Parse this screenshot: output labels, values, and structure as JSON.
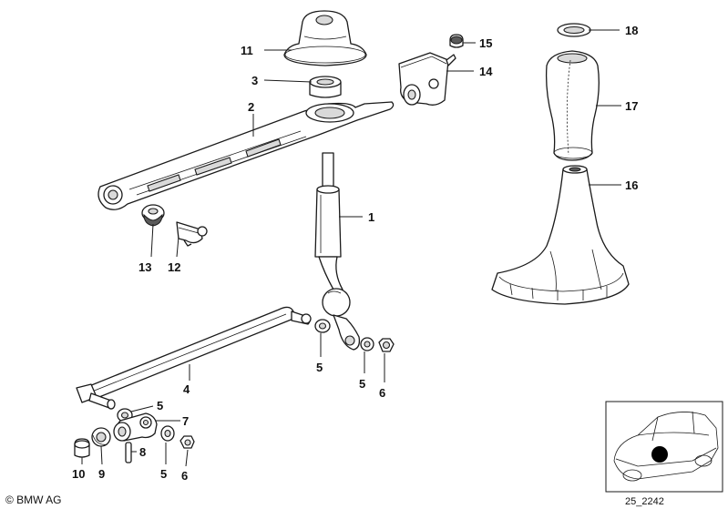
{
  "diagram": {
    "callouts": [
      {
        "id": "c11",
        "label": "11"
      },
      {
        "id": "c3",
        "label": "3"
      },
      {
        "id": "c2",
        "label": "2"
      },
      {
        "id": "c15",
        "label": "15"
      },
      {
        "id": "c14",
        "label": "14"
      },
      {
        "id": "c18",
        "label": "18"
      },
      {
        "id": "c17",
        "label": "17"
      },
      {
        "id": "c16",
        "label": "16"
      },
      {
        "id": "c1",
        "label": "1"
      },
      {
        "id": "c13",
        "label": "13"
      },
      {
        "id": "c12",
        "label": "12"
      },
      {
        "id": "c4",
        "label": "4"
      },
      {
        "id": "c5a",
        "label": "5"
      },
      {
        "id": "c5b",
        "label": "5"
      },
      {
        "id": "c6a",
        "label": "6"
      },
      {
        "id": "c5c",
        "label": "5"
      },
      {
        "id": "c7",
        "label": "7"
      },
      {
        "id": "c8",
        "label": "8"
      },
      {
        "id": "c10",
        "label": "10"
      },
      {
        "id": "c9",
        "label": "9"
      },
      {
        "id": "c5d",
        "label": "5"
      },
      {
        "id": "c6b",
        "label": "6"
      }
    ],
    "copyright": "© BMW AG",
    "reference": "25_2242"
  },
  "colors": {
    "line": "#1a1a1a",
    "shade": "#d9d9d9",
    "marker": "#000000"
  }
}
